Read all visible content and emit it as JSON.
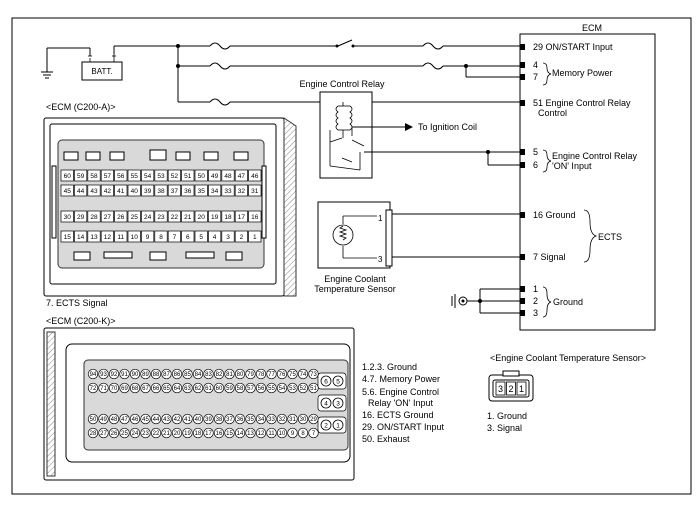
{
  "labels": {
    "ecm_title": "ECM",
    "batt": "BATT.",
    "engine_control_relay": "Engine Control Relay",
    "to_ignition_coil": "To Ignition Coil",
    "connector_a_title": "<ECM (C200-A)>",
    "connector_k_title": "<ECM (C200-K)>",
    "ects_signal_note": "7. ECTS Signal",
    "sensor_name_1": "Engine Coolant",
    "sensor_name_2": "Temperature Sensor",
    "sensor_connector_title": "<Engine Coolant Temperature Sensor>",
    "ects_group": "ECTS",
    "memory_power_group": "Memory Power",
    "relay_on_input_1": "Engine Control Relay",
    "relay_on_input_2": "'ON' Input",
    "ground_group": "Ground"
  },
  "ecm_pins": {
    "p29": "29 ON/START Input",
    "p4": "4",
    "p7": "7",
    "p51_1": "51 Engine Control Relay",
    "p51_2": "Control",
    "p5": "5",
    "p6": "6",
    "p16": "16 Ground",
    "p7s": "7 Signal",
    "g1": "1",
    "g2": "2",
    "g3": "3"
  },
  "sensor_pins": {
    "s1": "1",
    "s3": "3"
  },
  "sensor_conn_pins": [
    "3",
    "2",
    "1"
  ],
  "sensor_legend": [
    "1. Ground",
    "3. Signal"
  ],
  "k_legend": [
    "1.2.3. Ground",
    "4.7. Memory Power",
    "5.6. Engine Control",
    "Relay 'ON' Input",
    "16. ECTS Ground",
    "29. ON/START Input",
    "50. Exhaust"
  ],
  "conn_a_rows": [
    [
      "60",
      "59",
      "58",
      "57",
      "56",
      "55",
      "54",
      "53",
      "52",
      "51",
      "50",
      "49",
      "48",
      "47",
      "46"
    ],
    [
      "45",
      "44",
      "43",
      "42",
      "41",
      "40",
      "39",
      "38",
      "37",
      "36",
      "35",
      "34",
      "33",
      "32",
      "31"
    ],
    [
      "30",
      "29",
      "28",
      "27",
      "26",
      "25",
      "24",
      "23",
      "22",
      "21",
      "20",
      "19",
      "18",
      "17",
      "16"
    ],
    [
      "15",
      "14",
      "13",
      "12",
      "11",
      "10",
      "9",
      "8",
      "7",
      "6",
      "5",
      "4",
      "3",
      "2",
      "1"
    ]
  ],
  "conn_k_rows": [
    [
      "94",
      "93",
      "92",
      "91",
      "90",
      "89",
      "88",
      "87",
      "86",
      "85",
      "84",
      "83",
      "82",
      "81",
      "80",
      "79",
      "78",
      "77",
      "76",
      "75",
      "74",
      "73"
    ],
    [
      "72",
      "71",
      "70",
      "69",
      "68",
      "67",
      "66",
      "65",
      "64",
      "63",
      "62",
      "61",
      "60",
      "59",
      "58",
      "57",
      "56",
      "55",
      "54",
      "53",
      "52",
      "51"
    ],
    [
      "50",
      "49",
      "48",
      "47",
      "46",
      "45",
      "44",
      "43",
      "42",
      "41",
      "40",
      "39",
      "38",
      "37",
      "36",
      "35",
      "34",
      "33",
      "32",
      "31",
      "30",
      "29"
    ],
    [
      "28",
      "27",
      "26",
      "25",
      "24",
      "23",
      "22",
      "21",
      "20",
      "19",
      "18",
      "17",
      "16",
      "15",
      "14",
      "13",
      "12",
      "11",
      "10",
      "9",
      "8",
      "7"
    ]
  ],
  "conn_k_side": [
    [
      "6",
      "5"
    ],
    [
      "4",
      "3"
    ],
    [
      "2",
      "1"
    ]
  ]
}
